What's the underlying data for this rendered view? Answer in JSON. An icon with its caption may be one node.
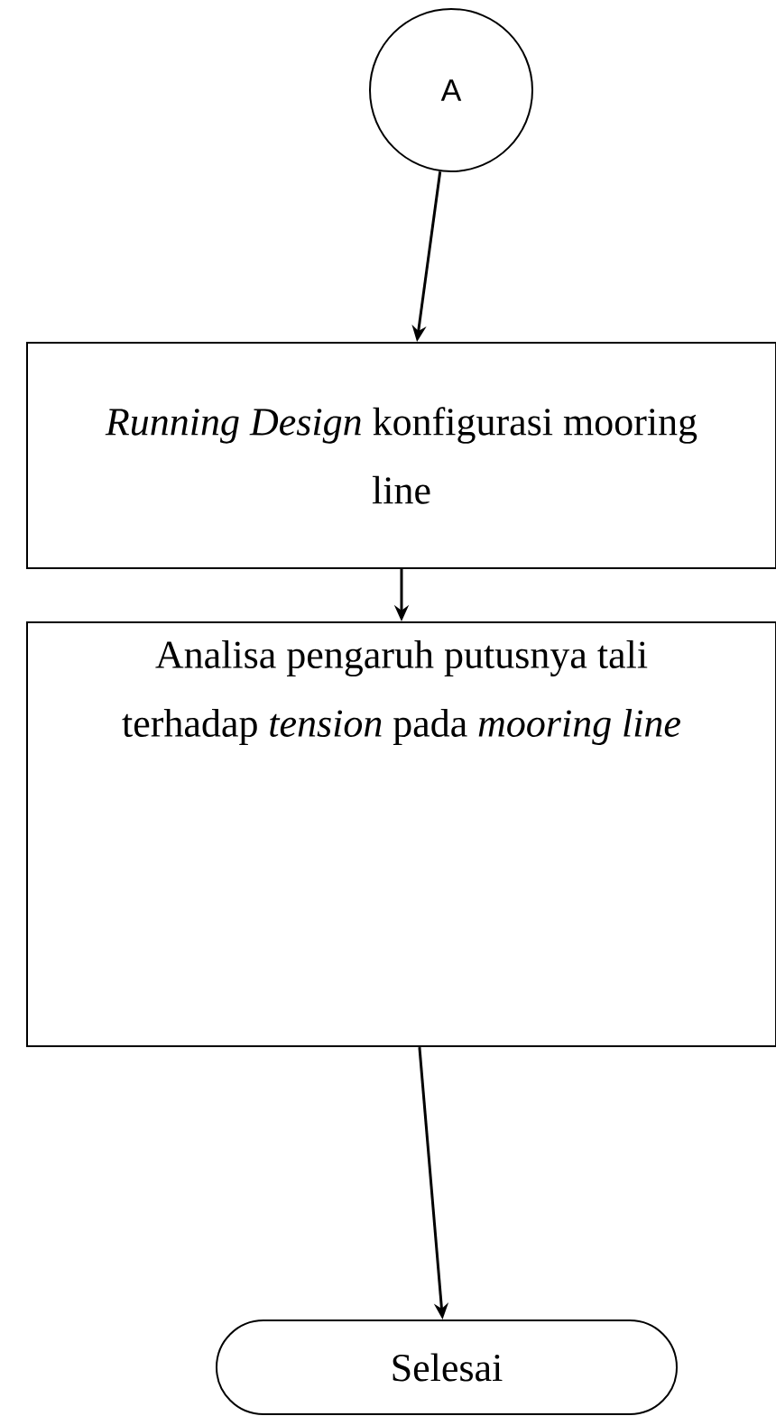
{
  "diagram": {
    "nodes": [
      {
        "text": [
          "A"
        ]
      },
      {
        "text": [
          "*Running Design* konfigurasi mooring line"
        ]
      },
      {
        "text": [
          "Analisa pengaruh putusnya tali terhadap *tension* pada *mooring line*"
        ]
      },
      {
        "text": [
          "Selesai"
        ]
      }
    ],
    "edges": [
      {
        "from": 0,
        "to": 1,
        "arrow": "to"
      },
      {
        "from": 1,
        "to": 2,
        "arrow": "to"
      },
      {
        "from": 2,
        "to": 3,
        "arrow": "to"
      }
    ]
  }
}
